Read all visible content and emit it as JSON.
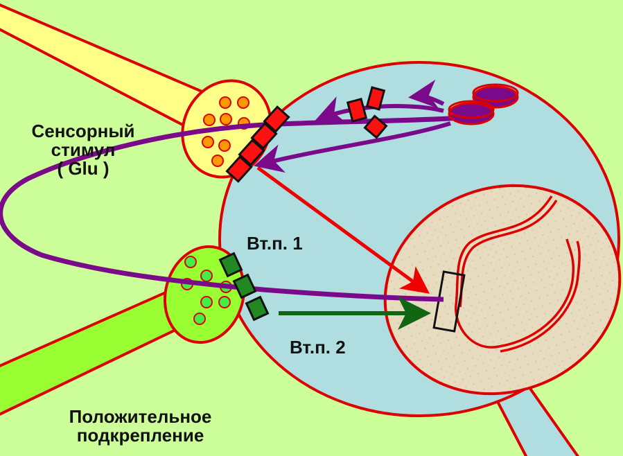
{
  "labels": {
    "sensory_line1": "Сенсорный",
    "sensory_line2": "стимул",
    "sensory_line3": "( Glu )",
    "positive_line1": "Положительное",
    "positive_line2": "подкрепление",
    "vtp1": "Вт.п. 1",
    "vtp2": "Вт.п. 2"
  },
  "colors": {
    "background": "#ccff99",
    "cell_fill": "#b0dde0",
    "outline_red": "#dd0000",
    "sensory_axon": "#ffff88",
    "reinforcement_axon": "#99ff33",
    "pathway_purple": "#7a0a8a",
    "arrow_red": "#ee0000",
    "arrow_green": "#116611",
    "receptor_red": "#ff1111",
    "receptor_green": "#228822",
    "nucleus_fill": "#e7dcc0"
  }
}
